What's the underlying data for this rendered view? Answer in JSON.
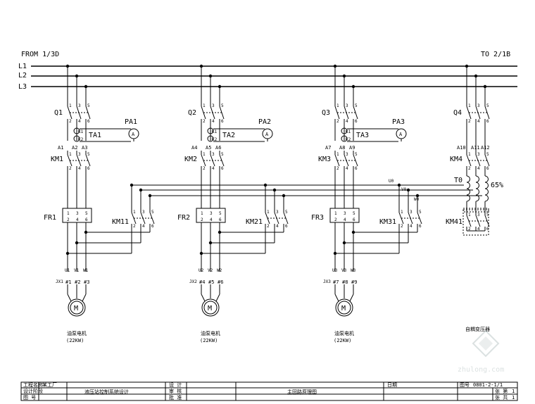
{
  "header": {
    "from_label": "FROM 1/3D",
    "to_label": "TO 2/1B"
  },
  "bus": [
    "L1",
    "L2",
    "L3"
  ],
  "feeders": [
    {
      "breaker": "Q1",
      "ammeter": "PA1",
      "ammeter_symbol": "A",
      "ct": "TA1",
      "ct_k1": "K1",
      "ct_k2": "K2",
      "ct_phases": [
        "A1",
        "A2",
        "A3"
      ],
      "contactor": "KM1",
      "overload": "FR1",
      "star_contactor": "KM11",
      "cables": [
        "U1",
        "V1",
        "W1"
      ],
      "terminal_prefix": "JX1",
      "terminals": [
        "#1",
        "#2",
        "#3"
      ],
      "motor_symbol": "M",
      "motor_name": "油泵电机",
      "motor_power": "(22KW)"
    },
    {
      "breaker": "Q2",
      "ammeter": "PA2",
      "ammeter_symbol": "A",
      "ct": "TA2",
      "ct_k1": "K1",
      "ct_k2": "K2",
      "ct_phases": [
        "A4",
        "A5",
        "A6"
      ],
      "contactor": "KM2",
      "overload": "FR2",
      "star_contactor": "KM21",
      "cables": [
        "U2",
        "V2",
        "W2"
      ],
      "terminal_prefix": "JX2",
      "terminals": [
        "#4",
        "#5",
        "#6"
      ],
      "motor_symbol": "M",
      "motor_name": "油泵电机",
      "motor_power": "(22KW)"
    },
    {
      "breaker": "Q3",
      "ammeter": "PA3",
      "ammeter_symbol": "A",
      "ct": "TA3",
      "ct_k1": "K1",
      "ct_k2": "K2",
      "ct_phases": [
        "A7",
        "A8",
        "A9"
      ],
      "contactor": "KM3",
      "overload": "FR3",
      "star_contactor": "KM31",
      "cables": [
        "U3",
        "V3",
        "W3"
      ],
      "terminal_prefix": "JX3",
      "terminals": [
        "#7",
        "#8",
        "#9"
      ],
      "motor_symbol": "M",
      "motor_name": "油泵电机",
      "motor_power": "(22KW)"
    }
  ],
  "autotransformer": {
    "breaker": "Q4",
    "phases": [
      "A10",
      "A11",
      "A12"
    ],
    "contactor": "KM4",
    "transformer": "T0",
    "tap": "65%",
    "taps": [
      "U0",
      "V0",
      "W0"
    ],
    "neutral_contactor": "KM41",
    "name": "自耦变压器"
  },
  "contact_numbers": {
    "top": [
      "1",
      "3",
      "5"
    ],
    "bottom": [
      "2",
      "4",
      "6"
    ]
  },
  "title_block": {
    "left_labels": [
      "工程名称",
      "设计阶段",
      "图 号"
    ],
    "project": "某工厂",
    "drawing_title": "液压站控制系统设计",
    "signoffs": [
      "设 计",
      "审 核",
      "批 准"
    ],
    "sheet_title": "主回路原理图",
    "date_label": "日期",
    "drawing_no_label": "图号",
    "drawing_no": "0801-2-1/1",
    "sheet_labels": [
      "张 第",
      "张 共"
    ],
    "sheet_numbers": [
      "1",
      "1"
    ]
  },
  "watermark": {
    "text": "zhulong.com"
  }
}
